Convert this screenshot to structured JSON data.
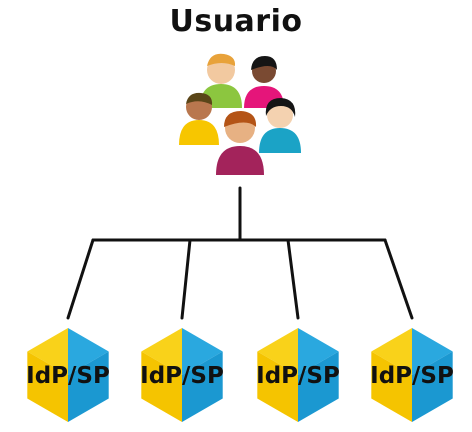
{
  "title": "Usuario",
  "nodes": [
    "IdP/SP",
    "IdP/SP",
    "IdP/SP",
    "IdP/SP"
  ],
  "colors": {
    "line": "#111111",
    "hex_left": "#f5c400",
    "hex_left_top": "#f9d21a",
    "hex_right": "#1b98d1",
    "hex_right_top": "#2aa8df"
  },
  "people_icon": "user-group-icon"
}
